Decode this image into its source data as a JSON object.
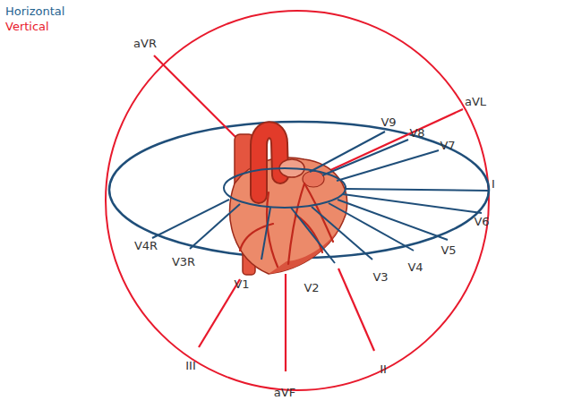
{
  "diagram": {
    "labels": [
      "aVR",
      "aVL",
      "V9",
      "V8",
      "V7",
      "I",
      "V6",
      "V5",
      "V4",
      "V3",
      "V2",
      "V1",
      "V4R",
      "V3R",
      "III",
      "aVF",
      "II"
    ],
    "legend": [
      {
        "text": "Horizontal",
        "color": "#1f6390"
      },
      {
        "text": "Vertical",
        "color": "#e8192c"
      }
    ]
  }
}
